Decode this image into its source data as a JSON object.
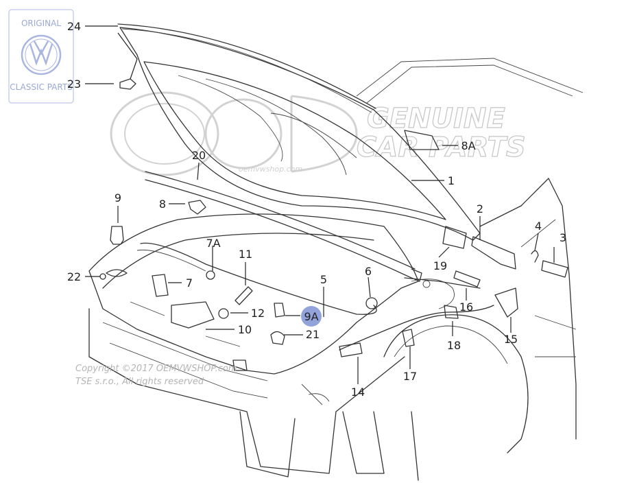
{
  "badge": {
    "top": "ORIGINAL",
    "bottom": "CLASSIC PARTS"
  },
  "watermark": {
    "line1": "GENUINE",
    "line2": "CAR PARTS",
    "url": "oemvwshop.com"
  },
  "copyright": {
    "line1": "Copyright ©2017 OEMVWSHOP.com",
    "line2": "TSE s.r.o., All rights reserved"
  },
  "callouts": [
    {
      "id": "24",
      "text": "24"
    },
    {
      "id": "23",
      "text": "23"
    },
    {
      "id": "20",
      "text": "20"
    },
    {
      "id": "8A",
      "text": "8A"
    },
    {
      "id": "1",
      "text": "1"
    },
    {
      "id": "9",
      "text": "9"
    },
    {
      "id": "8",
      "text": "8"
    },
    {
      "id": "2",
      "text": "2"
    },
    {
      "id": "4",
      "text": "4"
    },
    {
      "id": "3",
      "text": "3"
    },
    {
      "id": "7A",
      "text": "7A"
    },
    {
      "id": "11",
      "text": "11"
    },
    {
      "id": "19",
      "text": "19"
    },
    {
      "id": "22",
      "text": "22"
    },
    {
      "id": "7",
      "text": "7"
    },
    {
      "id": "5",
      "text": "5"
    },
    {
      "id": "6",
      "text": "6"
    },
    {
      "id": "16",
      "text": "16"
    },
    {
      "id": "12",
      "text": "12"
    },
    {
      "id": "9A",
      "text": "9A",
      "highlight": true
    },
    {
      "id": "10",
      "text": "10"
    },
    {
      "id": "21",
      "text": "21"
    },
    {
      "id": "18",
      "text": "18"
    },
    {
      "id": "15",
      "text": "15"
    },
    {
      "id": "17",
      "text": "17"
    },
    {
      "id": "14",
      "text": "14"
    }
  ],
  "colors": {
    "line": "#333333",
    "highlight": "#7f93d6",
    "watermark": "#c8c8c8",
    "badge": "#a9b6e0"
  }
}
